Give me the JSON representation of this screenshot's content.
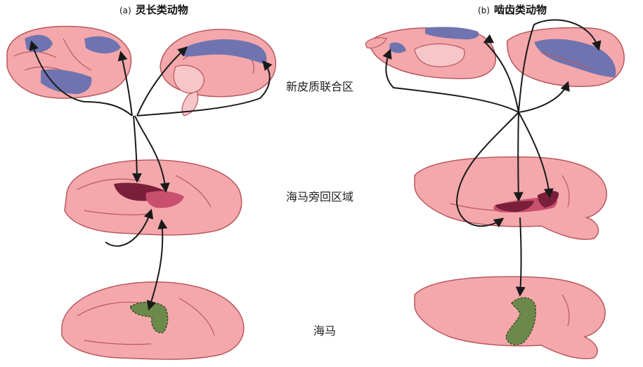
{
  "panels": {
    "a": {
      "letter": "(a)",
      "title": "灵长类动物"
    },
    "b": {
      "letter": "(b)",
      "title": "啮齿类动物"
    }
  },
  "rows": {
    "neocortex": "新皮质联合区",
    "parahippocampal": "海马旁回区域",
    "hippocampus": "海马"
  },
  "colors": {
    "brain_fill": "#f4a8ac",
    "brain_stroke": "#b8585e",
    "association_area": "#6f74b0",
    "parahippocampal_dark": "#7a1f3a",
    "parahippocampal_light": "#c8506e",
    "hippocampus_fill": "#6b8a4a",
    "arrow": "#1a1a1a"
  }
}
